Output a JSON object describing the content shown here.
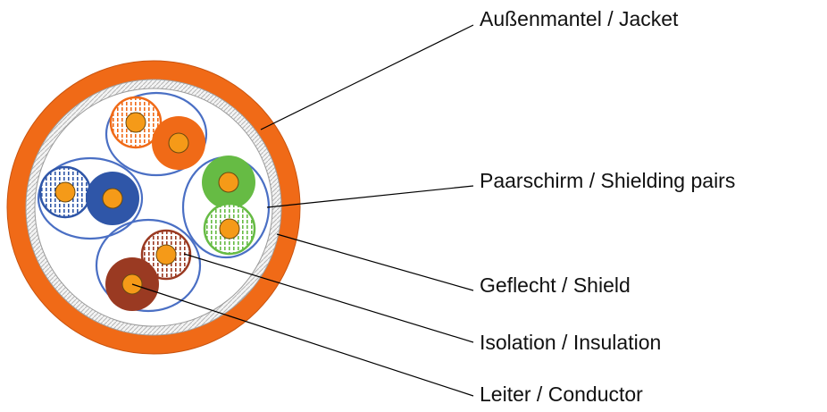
{
  "labels": {
    "jacket": "Außenmantel / Jacket",
    "shielding_pairs": "Paarschirm / Shielding pairs",
    "shield": "Geflecht / Shield",
    "insulation": "Isolation / Insulation",
    "conductor": "Leiter / Conductor"
  },
  "colors": {
    "jacket": "#f06a17",
    "shield_band": "#e8e8e8",
    "pair_ring": "#4a6fc4",
    "conductor": "#f59a18",
    "pair_orange": "#f06a17",
    "pair_blue": "#2f56a8",
    "pair_green": "#66bb44",
    "pair_brown": "#9a3a22",
    "leader_line": "#000000"
  },
  "pairs": [
    {
      "name": "orange-pair",
      "solid": "pair_orange"
    },
    {
      "name": "blue-pair",
      "solid": "pair_blue"
    },
    {
      "name": "green-pair",
      "solid": "pair_green"
    },
    {
      "name": "brown-pair",
      "solid": "pair_brown"
    }
  ]
}
